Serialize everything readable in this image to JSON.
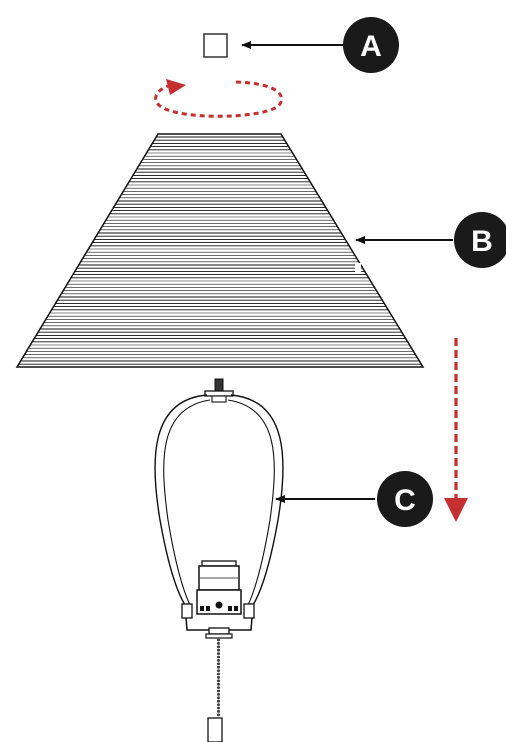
{
  "callouts": {
    "a": {
      "label": "A"
    },
    "b": {
      "label": "B"
    },
    "c": {
      "label": "C"
    }
  },
  "colors": {
    "ink": "#111111",
    "badge": "#1a1a1a",
    "arrow_red": "#c62f2f",
    "background": "#ffffff"
  }
}
